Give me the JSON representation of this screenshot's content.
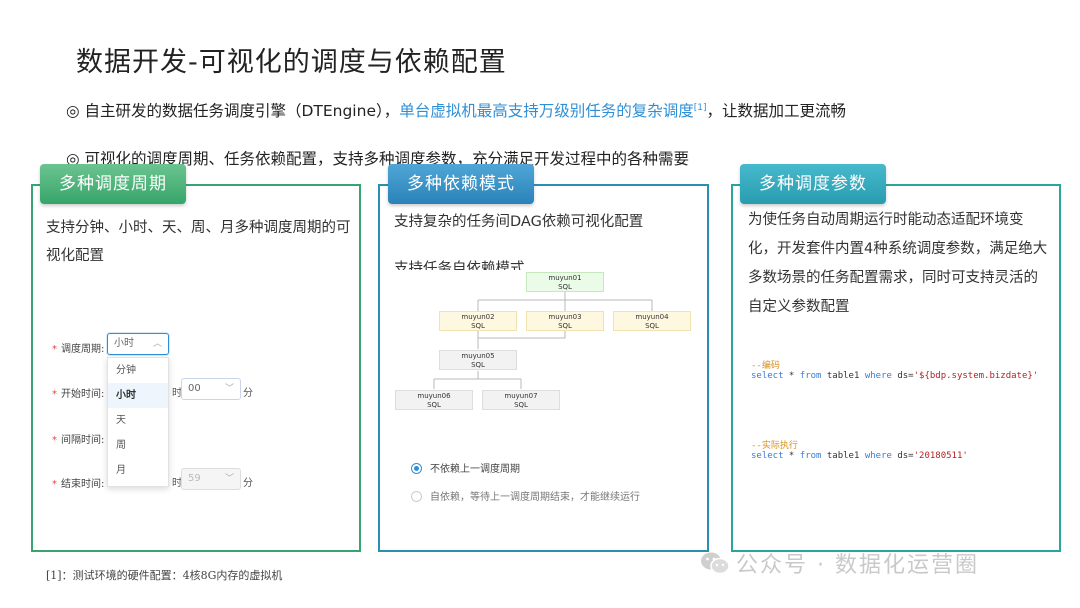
{
  "title": "数据开发-可视化的调度与依赖配置",
  "bullets": {
    "b1_prefix": "◎ 自主研发的数据任务调度引擎（DTEngine），",
    "b1_highlight": "单台虚拟机最高支持万级别任务的复杂调度",
    "b1_ref": "[1]",
    "b1_suffix": "，让数据加工更流畅",
    "b2": "◎ 可视化的调度周期、任务依赖配置，支持多种调度参数，充分满足开发过程中的各种需要"
  },
  "panels": {
    "p1": {
      "tag": "多种调度周期",
      "desc": "支持分钟、小时、天、周、月多种调度周期的可视化配置",
      "form": {
        "period_label": "调度周期:",
        "period_value": "小时",
        "start_label": "开始时间:",
        "start_unit_prefix": "时",
        "start_minute": "00",
        "minute_unit": "分",
        "interval_label": "间隔时间:",
        "end_label": "结束时间:",
        "end_unit_prefix": "时",
        "end_minute": "59",
        "end_minute_unit": "分",
        "options": [
          "分钟",
          "小时",
          "天",
          "周",
          "月"
        ]
      }
    },
    "p2": {
      "tag": "多种依赖模式",
      "desc": "支持复杂的任务间DAG依赖可视化配置",
      "desc2": "支持任务自依赖模式",
      "nodes": {
        "n1": "muyun01",
        "n2": "muyun02",
        "n3": "muyun03",
        "n4": "muyun04",
        "n5": "muyun05",
        "n6": "muyun06",
        "n7": "muyun07",
        "type": "SQL"
      },
      "radio1": "不依赖上一调度周期",
      "radio2": "自依赖，等待上一调度周期结束，才能继续运行"
    },
    "p3": {
      "tag": "多种调度参数",
      "desc": "为使任务自动周期运行时能动态适配环境变化，开发套件内置4种系统调度参数，满足绝大多数场景的任务配置需求，同时可支持灵活的自定义参数配置",
      "code1_comment": "--编码",
      "code1_kw1": "select",
      "code1_mid1": " * ",
      "code1_kw2": "from",
      "code1_mid2": " table1 ",
      "code1_kw3": "where",
      "code1_mid3": " ds=",
      "code1_str": "'${bdp.system.bizdate}'",
      "code2_comment": "--实际执行",
      "code2_kw1": "select",
      "code2_mid1": " * ",
      "code2_kw2": "from",
      "code2_mid2": " table1 ",
      "code2_kw3": "where",
      "code2_mid3": " ds=",
      "code2_str": "'20180511'"
    }
  },
  "footnote": "[1]：测试环境的硬件配置：4核8G内存的虚拟机",
  "watermark": "公众号 · 数据化运营圈"
}
